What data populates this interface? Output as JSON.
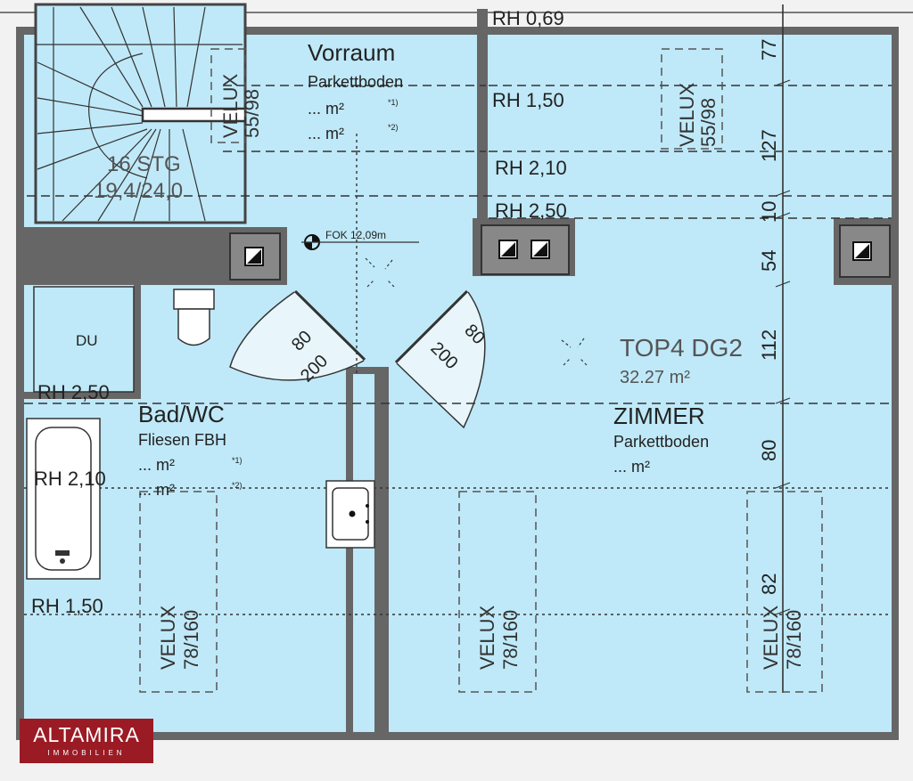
{
  "rooms": {
    "vorraum": {
      "name": "Vorraum",
      "floor": "Parkettboden",
      "area1": "... m²",
      "area2": "... m²",
      "note1": "*1)",
      "note2": "*2)"
    },
    "bad": {
      "name": "Bad/WC",
      "floor": "Fliesen FBH",
      "area1": "... m²",
      "area2": "... m²",
      "note1": "*1)",
      "note2": "*2)"
    },
    "zimmer": {
      "name": "ZIMMER",
      "floor": "Parkettboden",
      "area": "... m²"
    },
    "unit": {
      "name": "TOP4 DG2",
      "area": "32.27 m²"
    },
    "shower": {
      "label": "DU"
    }
  },
  "stairs": {
    "steps": "16 STG",
    "ratio": "19,4/24,0"
  },
  "fok": "FOK 12,09m",
  "room_heights": {
    "top": "RH 0,69",
    "r150_top": "RH 1,50",
    "r210_top": "RH 2,10",
    "r250_top": "RH 2,50",
    "r250_left": "RH 2,50",
    "r210_left": "RH 2,10",
    "r150_left": "RH 1,50"
  },
  "dimensions": [
    "77",
    "127",
    "10",
    "54",
    "112",
    "80",
    "82"
  ],
  "velux": [
    {
      "label": "VELUX",
      "size": "55/98"
    },
    {
      "label": "VELUX",
      "size": "55/98"
    },
    {
      "label": "VELUX",
      "size": "78/160"
    },
    {
      "label": "VELUX",
      "size": "78/160"
    },
    {
      "label": "VELUX",
      "size": "78/160"
    }
  ],
  "doors": [
    {
      "width": "80",
      "height": "200"
    },
    {
      "width": "80",
      "height": "200"
    }
  ],
  "brand": {
    "name": "ALTAMIRA",
    "tagline": "IMMOBILIEN",
    "color": "#9b1b24"
  },
  "colors": {
    "room_fill": "#bfe9f8",
    "wall": "#666666"
  }
}
